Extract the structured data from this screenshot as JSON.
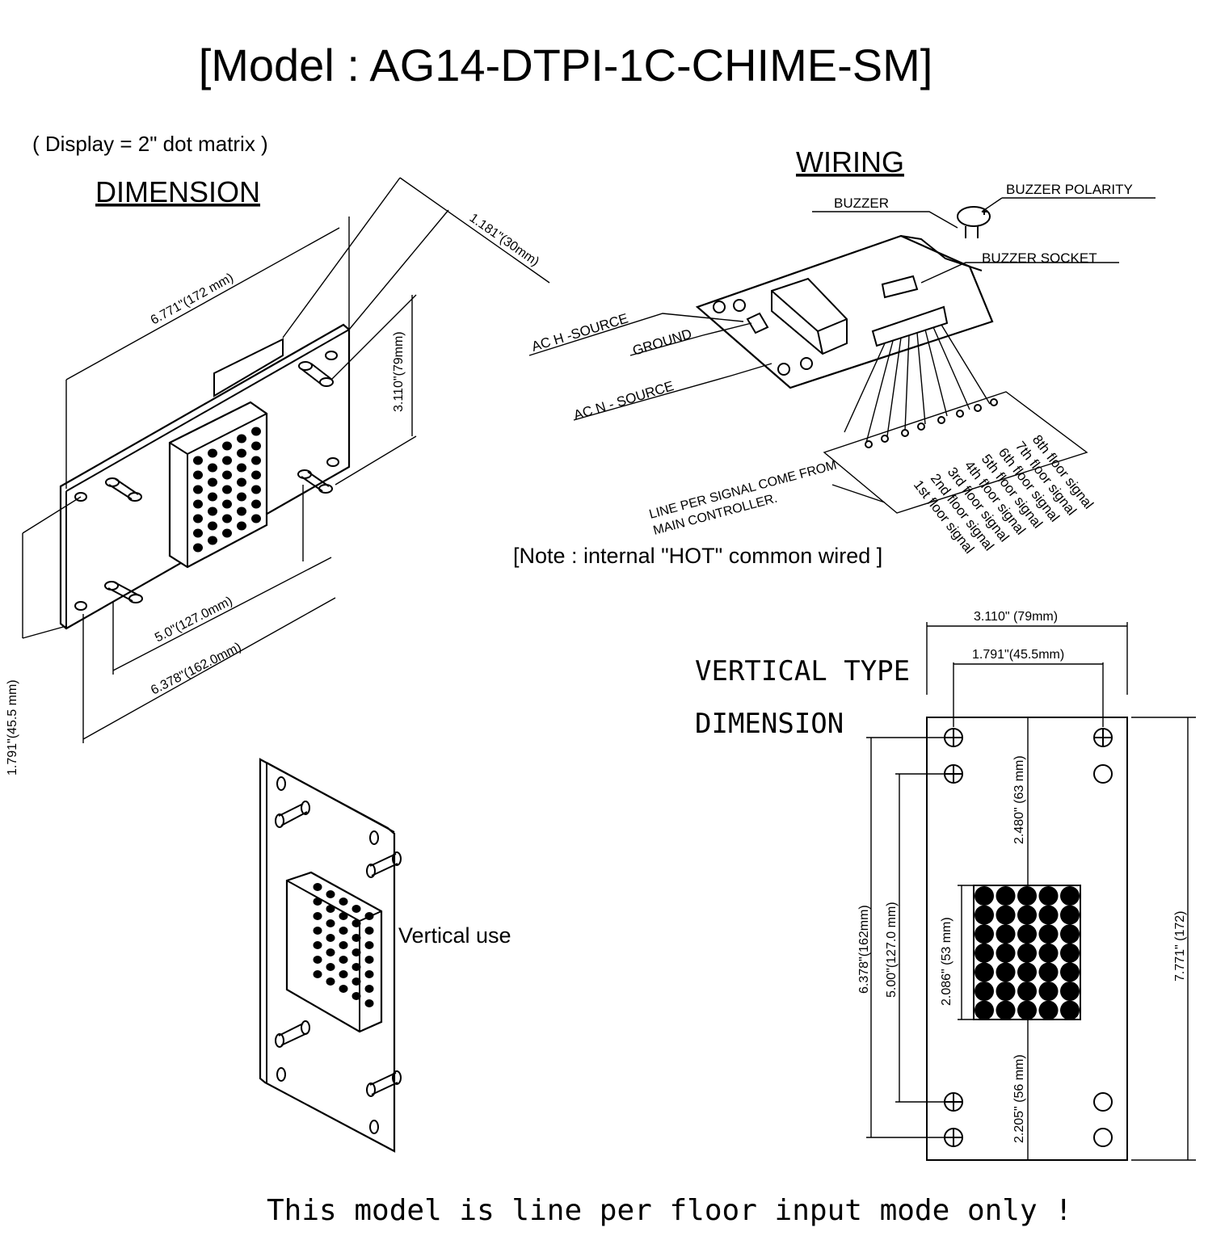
{
  "title": "[Model : AG14-DTPI-1C-CHIME-SM]",
  "display_note": "( Display = 2\" dot matrix )",
  "dimension_section": {
    "heading": "DIMENSION",
    "dims": {
      "length_top": "6.771\"(172 mm)",
      "depth": "1.181\"(30mm)",
      "height_right": "3.110\"(79mm)",
      "height_left": "1.791\"(45.5 mm)",
      "span_inner": "5.0\"(127.0mm)",
      "span_outer": "6.378\"(162.0mm)"
    }
  },
  "wiring_section": {
    "heading": "WIRING",
    "labels": {
      "buzzer": "BUZZER",
      "buzzer_polarity": "BUZZER POLARITY",
      "buzzer_socket": "BUZZER SOCKET",
      "ac_h": "AC H -SOURCE",
      "ground": "GROUND",
      "ac_n": "AC N - SOURCE",
      "line_per_signal_1": "LINE PER SIGNAL COME FROM",
      "line_per_signal_2": "MAIN CONTROLLER."
    },
    "floor_signals": [
      "1st floor signal",
      "2nd floor signal",
      "3rd floor signal",
      "4th floor signal",
      "5th floor signal",
      "6th floor signal",
      "7th floor signal",
      "8th floor signal"
    ],
    "note": "[Note : internal  \"HOT\" common wired ]"
  },
  "vertical_use_label": "Vertical use",
  "vertical_section": {
    "heading_line1": "VERTICAL TYPE",
    "heading_line2": "DIMENSION",
    "dims": {
      "width": "3.110\" (79mm)",
      "hole_spacing": "1.791\"(45.5mm)",
      "top_to_display": "2.480\" (63 mm)",
      "display_height": "2.086\" (53 mm)",
      "display_to_bottom": "2.205\" (56 mm)",
      "outer_height": "7.771\" (172)",
      "mount_outer": "6.378\"(162mm)",
      "mount_inner": "5.00\"(127.0 mm)"
    }
  },
  "footer": "This model is line per floor input mode only !"
}
